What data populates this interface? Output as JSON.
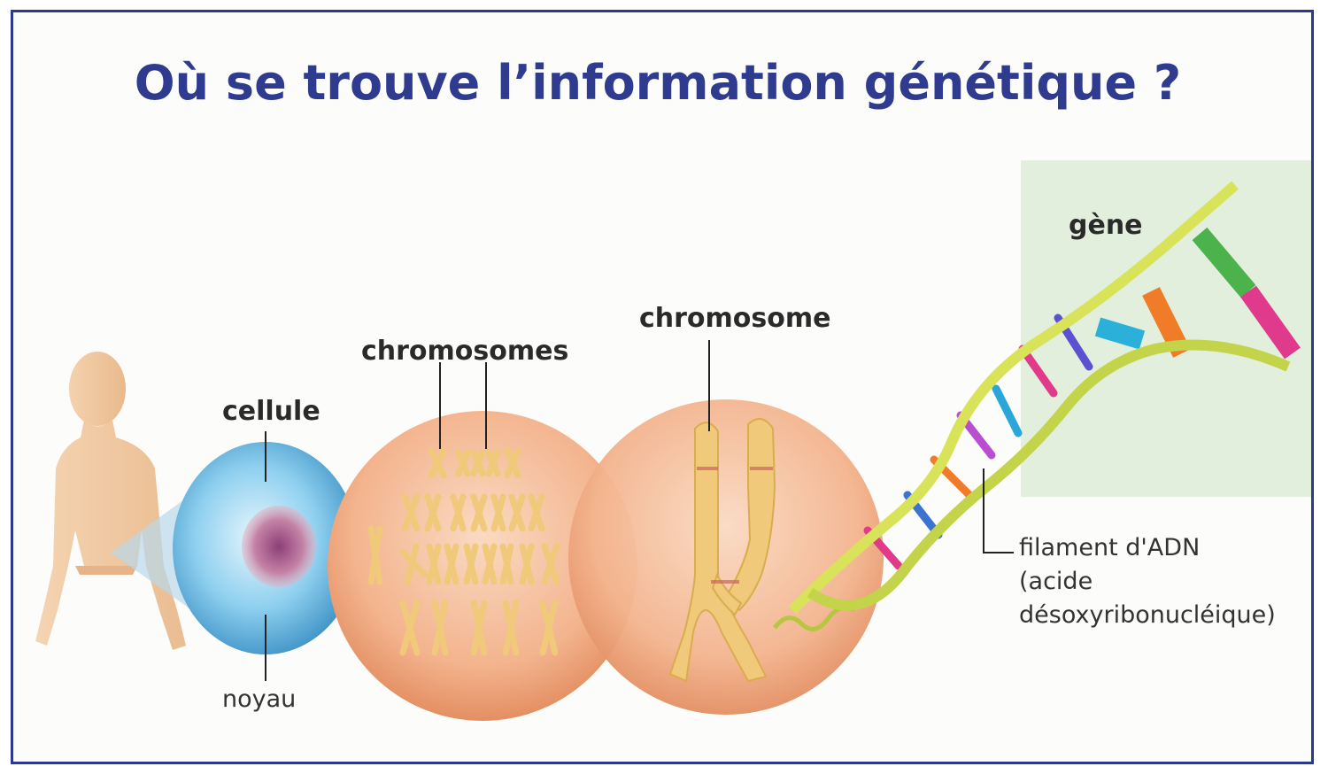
{
  "title": "Où se trouve l’information génétique ?",
  "labels": {
    "cellule": "cellule",
    "noyau": "noyau",
    "chromosomes": "chromosomes",
    "chromosome": "chromosome",
    "gene": "gène",
    "adn_line1": "filament d'ADN",
    "adn_line2": "(acide",
    "adn_line3": "désoxyribonucléique)"
  },
  "colors": {
    "title": "#2e3b8f",
    "border": "#2b3a8c",
    "cell_circle": "#f3b48e",
    "gene_highlight": "#e3efdd",
    "chromosome": "#f0c97a",
    "dna_backbone": "#d8e35a"
  }
}
